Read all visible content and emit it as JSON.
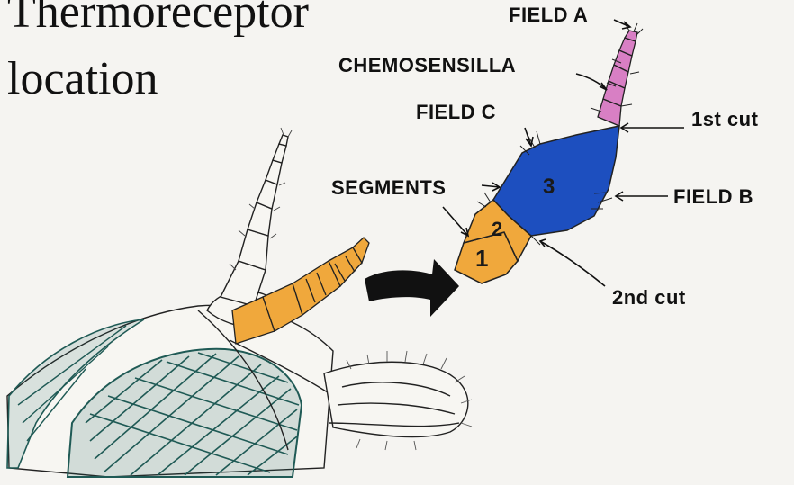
{
  "title": {
    "line1": "Thermoreceptor",
    "line2": "location"
  },
  "labels": {
    "field_a": "FIELD A",
    "chemosensilla": "CHEMOSENSILLA",
    "field_c": "FIELD C",
    "first_cut": "1st  cut",
    "segments": "SEGMENTS",
    "field_b": "FIELD B",
    "second_cut": "2nd  cut"
  },
  "segment_numbers": {
    "s1": "1",
    "s2": "2",
    "s3": "3"
  },
  "colors": {
    "background": "#f5f4f1",
    "segment_orange": "#f0a83c",
    "segment_blue": "#1d4fbf",
    "segment_pink": "#d87fc4",
    "hatch_green": "#1f5a55",
    "arrow_black": "#111111"
  }
}
